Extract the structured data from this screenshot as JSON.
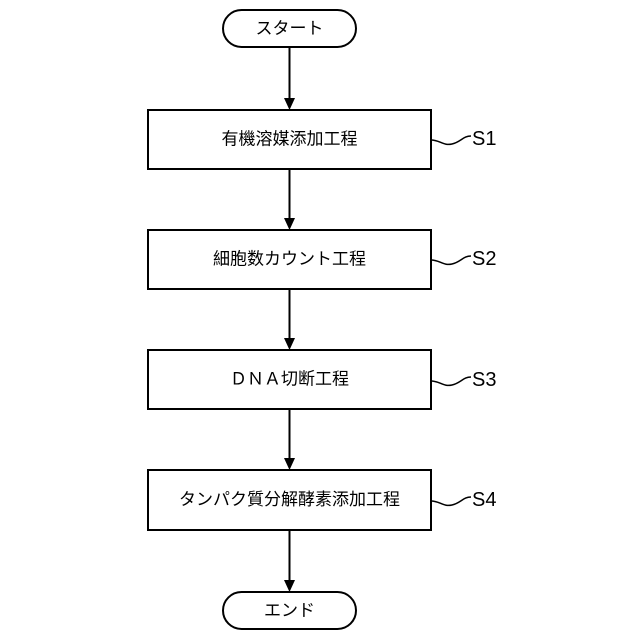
{
  "flowchart": {
    "start": {
      "label": "スタート"
    },
    "end": {
      "label": "エンド"
    },
    "steps": [
      {
        "label": "有機溶媒添加工程",
        "step_id": "S1"
      },
      {
        "label": "細胞数カウント工程",
        "step_id": "S2"
      },
      {
        "label": "ＤＮＡ切断工程",
        "step_id": "S3"
      },
      {
        "label": "タンパク質分解酵素添加工程",
        "step_id": "S4"
      }
    ]
  }
}
